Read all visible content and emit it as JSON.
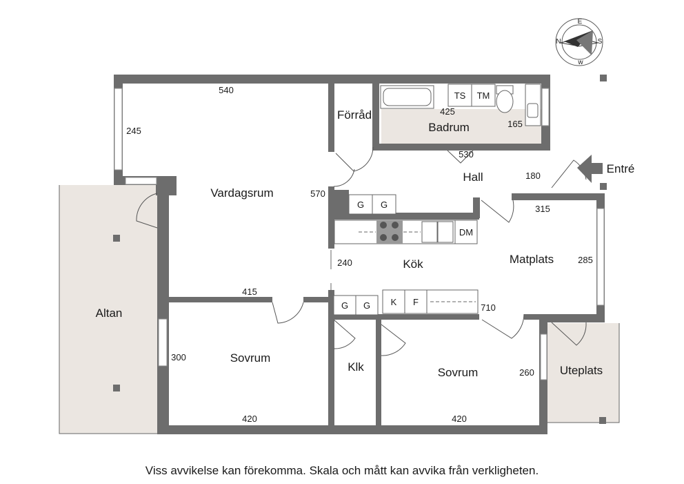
{
  "rooms": {
    "vardagsrum": "Vardagsrum",
    "forrad": "Förråd",
    "badrum": "Badrum",
    "hall": "Hall",
    "entre": "Entré",
    "kok": "Kök",
    "matplats": "Matplats",
    "altan": "Altan",
    "sovrum_left": "Sovrum",
    "klk": "Klk",
    "sovrum_right": "Sovrum",
    "uteplats": "Uteplats"
  },
  "dimensions": {
    "vardagsrum_top": "540",
    "window_left": "245",
    "badrum_width": "425",
    "badrum_height": "165",
    "hall_width": "530",
    "entre_depth": "180",
    "hall_left": "570",
    "matplats_top": "315",
    "kok_left": "240",
    "matplats_right": "285",
    "vardagsrum_bottom": "415",
    "kok_right": "710",
    "sovrum_left_height": "300",
    "sovrum_left_width": "420",
    "sovrum_right_height": "260",
    "sovrum_right_width": "420"
  },
  "appliances": {
    "ts": "TS",
    "tm": "TM",
    "dm": "DM",
    "g": "G",
    "k": "K",
    "f": "F"
  },
  "compass": {
    "e": "E",
    "s": "S",
    "w": "w",
    "n": "N"
  },
  "disclaimer": "Viss avvikelse kan förekomma. Skala och mått kan avvika från verkligheten."
}
